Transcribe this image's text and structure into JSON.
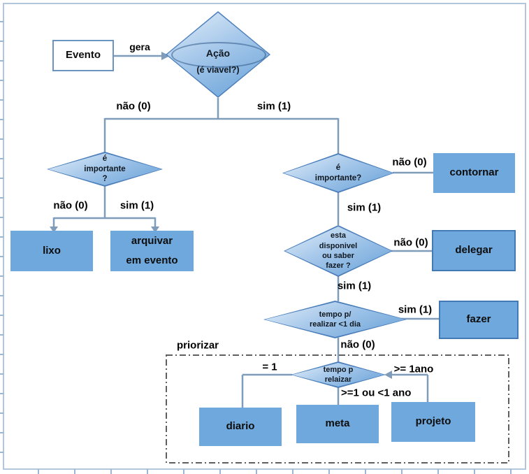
{
  "labels": {
    "gera": "gera",
    "nao0": "não (0)",
    "sim1": "sim (1)",
    "eq1": "= 1",
    "ge1ano": ">= 1ano",
    "between": ">=1 ou <1 ano",
    "priorizar": "priorizar"
  },
  "nodes": {
    "evento": {
      "label": "Evento"
    },
    "acao": {
      "title": "Ação",
      "subtitle": "(é viavel?)"
    },
    "importante_left": {
      "text": "é\nimportante\n?"
    },
    "importante_right": {
      "text": "é\nimportante?"
    },
    "disponivel": {
      "text": "esta\ndisponivel\nou saber\nfazer ?"
    },
    "tempo_dia": {
      "text": "tempo p/\nrealizar <1 dia"
    },
    "tempo_prazo": {
      "text": "tempo p\nrelaizar"
    },
    "lixo": {
      "label": "lixo"
    },
    "arquivar": {
      "text": "arquivar\nem evento"
    },
    "contornar": {
      "label": "contornar"
    },
    "delegar": {
      "label": "delegar"
    },
    "fazer": {
      "label": "fazer"
    },
    "diario": {
      "label": "diario"
    },
    "meta": {
      "label": "meta"
    },
    "projeto": {
      "label": "projeto"
    }
  },
  "colors": {
    "shape_fill": "#6fa8dc",
    "shape_border": "#4a7ebb",
    "connector": "#7f9cba",
    "frame": "#b3c7dc",
    "dashed_group": "#5f5f5f"
  }
}
